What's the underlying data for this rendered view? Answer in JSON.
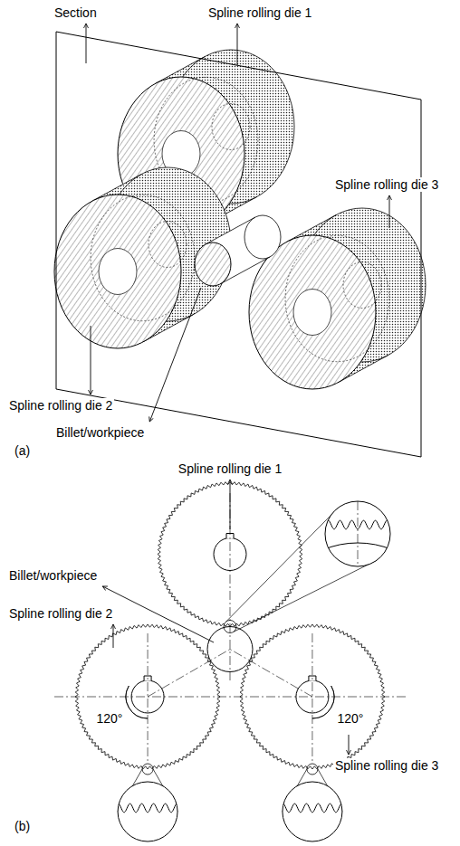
{
  "diagram": {
    "labels": [
      "Section",
      "Spline rolling die 1",
      "Spline rolling die 3",
      "Spline rolling die 2",
      "Billet/workpiece",
      "(a)",
      "Spline rolling die 1",
      "Billet/workpiece",
      "Spline rolling die 2",
      "120°",
      "120°",
      "Spline rolling die 3",
      "(b)"
    ]
  }
}
